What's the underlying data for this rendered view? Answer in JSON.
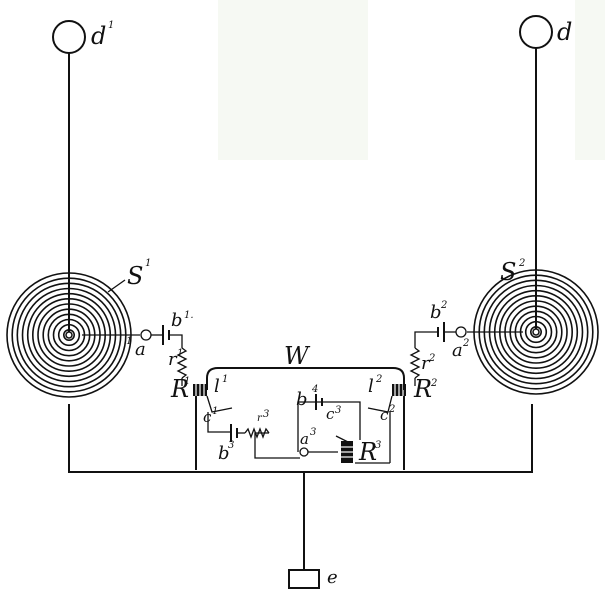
{
  "labels": {
    "d1": "d",
    "d1_sup": "1",
    "d2": "d",
    "s1": "S",
    "s1_sup": "1",
    "s2": "S",
    "s2_sup": "2",
    "a1": "a",
    "a1_sup": "1",
    "b1": "b",
    "b1_sup": "1.",
    "r1": "r",
    "r1_sup": "1",
    "R1": "R",
    "R1_sup": "1",
    "w": "W",
    "l1": "l",
    "l1_sup": "1",
    "c1": "c",
    "c1_sup": "1",
    "r3": "r",
    "r3_sup": "3",
    "b3": "b",
    "b3_sup": "3",
    "b4": "b",
    "b4_sup": "4",
    "c3": "c",
    "c3_sup": "3",
    "a3": "a",
    "a3_sup": "3",
    "R3": "R",
    "R3_sup": "3",
    "b2": "b",
    "b2_sup": "2",
    "a2": "a",
    "a2_sup": "2",
    "r2": "r",
    "r2_sup": "2",
    "R2": "R",
    "R2_sup": "2",
    "l2": "l",
    "l2_sup": "2",
    "c2": "c",
    "c2_sup": "2",
    "e": "e"
  }
}
